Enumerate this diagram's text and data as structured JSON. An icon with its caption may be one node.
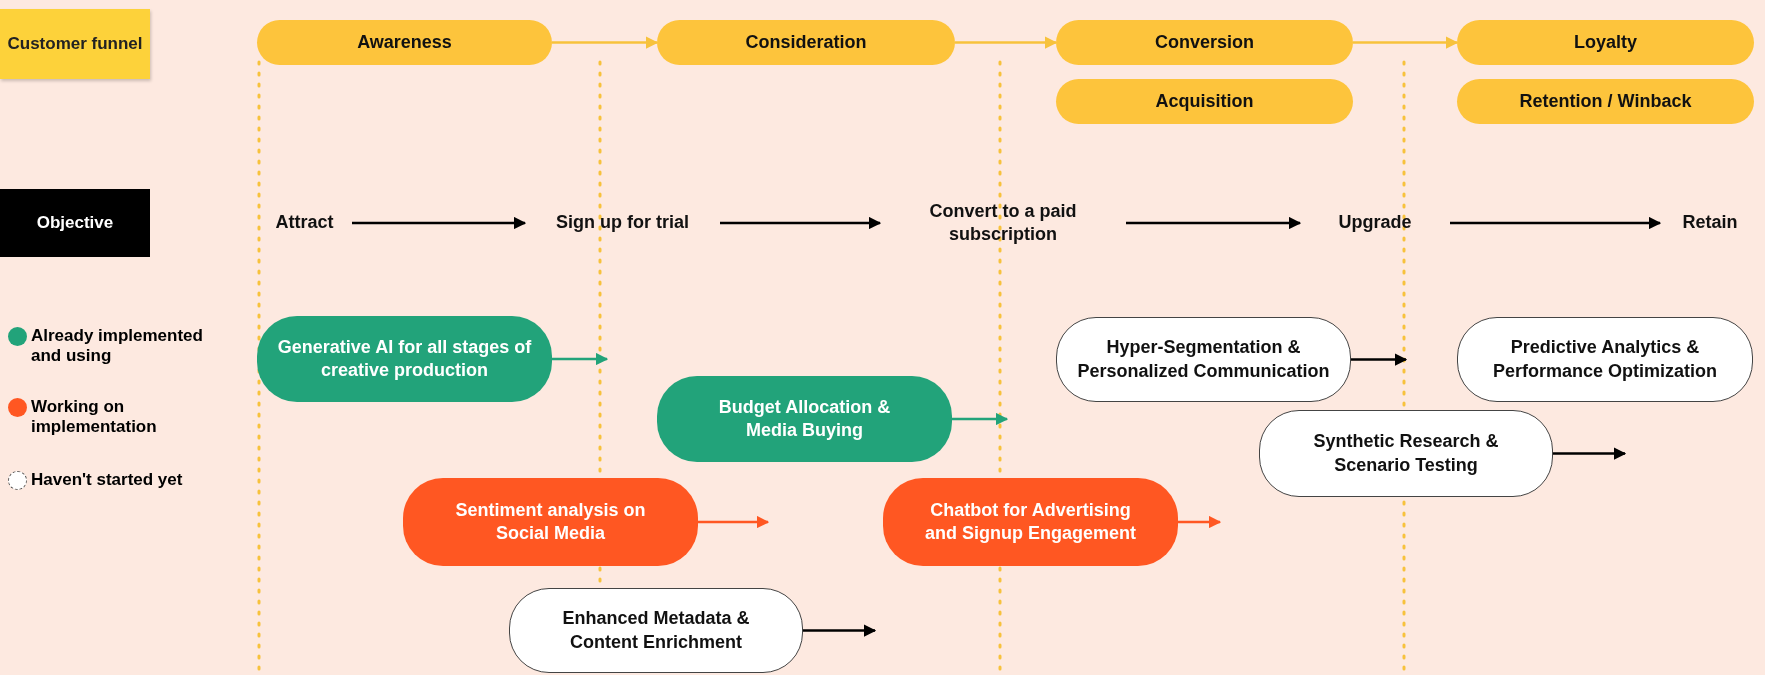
{
  "diagram": {
    "nodes": [
      {
        "text": [
          "Customer funnel"
        ]
      },
      {
        "text": [
          "Awareness"
        ]
      },
      {
        "text": [
          "Consideration"
        ]
      },
      {
        "text": [
          "Conversion"
        ]
      },
      {
        "text": [
          "Loyalty"
        ]
      },
      {
        "text": [
          "Acquisition"
        ]
      },
      {
        "text": [
          "Retention / Winback"
        ]
      },
      {
        "text": [
          "Objective"
        ]
      },
      {
        "text": [
          "Attract"
        ]
      },
      {
        "text": [
          "Sign up for trial"
        ]
      },
      {
        "text": [
          "Convert to a paid subscription"
        ]
      },
      {
        "text": [
          "Upgrade"
        ]
      },
      {
        "text": [
          "Retain"
        ]
      },
      {
        "text": [
          "Generative AI for all stages of creative production"
        ]
      },
      {
        "text": [
          "Budget Allocation & Media Buying"
        ]
      },
      {
        "text": [
          "Sentiment analysis on Social Media"
        ]
      },
      {
        "text": [
          "Chatbot for Advertising and Signup Engagement"
        ]
      },
      {
        "text": [
          "Enhanced Metadata & Content Enrichment"
        ]
      },
      {
        "text": [
          "Hyper-Segmentation & Personalized Communication"
        ]
      },
      {
        "text": [
          "Predictive Analytics & Performance Optimization"
        ]
      },
      {
        "text": [
          "Synthetic Research & Scenario Testing"
        ]
      }
    ],
    "edges": [
      {
        "from": 1,
        "to": 2,
        "arrow": "to",
        "color": "#f7c23c"
      },
      {
        "from": 2,
        "to": 3,
        "arrow": "to",
        "color": "#f7c23c"
      },
      {
        "from": 3,
        "to": 4,
        "arrow": "to",
        "color": "#f7c23c"
      },
      {
        "from": 8,
        "to": 9,
        "arrow": "to"
      },
      {
        "from": 9,
        "to": 10,
        "arrow": "to"
      },
      {
        "from": 10,
        "to": 11,
        "arrow": "to"
      },
      {
        "from": 11,
        "to": 12,
        "arrow": "to"
      },
      {
        "from": 13,
        "to": null,
        "arrow": "to",
        "color": "#22a37a"
      },
      {
        "from": 14,
        "to": null,
        "arrow": "to",
        "color": "#22a37a"
      },
      {
        "from": 15,
        "to": null,
        "arrow": "to",
        "color": "#ff5722"
      },
      {
        "from": 16,
        "to": null,
        "arrow": "to",
        "color": "#ff5722"
      },
      {
        "from": 17,
        "to": null,
        "arrow": "to"
      },
      {
        "from": 18,
        "to": null,
        "arrow": "to"
      },
      {
        "from": 20,
        "to": null,
        "arrow": "to"
      }
    ],
    "legend": [
      {
        "text": "Already implemented and using",
        "color": "#22a37a"
      },
      {
        "text": "Working on implementation",
        "color": "#ff5722"
      },
      {
        "text": "Haven't started yet",
        "color": "#ffffff"
      }
    ]
  }
}
